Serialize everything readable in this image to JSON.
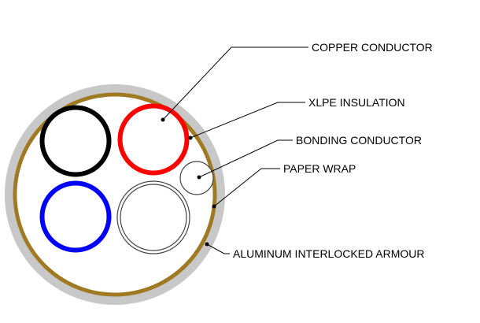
{
  "labels": {
    "copper_conductor": "COPPER CONDUCTOR",
    "xlpe_insulation": "XLPE INSULATION",
    "bonding_conductor": "BONDING CONDUCTOR",
    "paper_wrap": "PAPER WRAP",
    "aluminum_armour": "ALUMINUM INTERLOCKED ARMOUR"
  },
  "colors": {
    "outer_jacket": "#c8c8c8",
    "armour": "#a07a22",
    "core_fill": "#ffffff",
    "phase_black": "#000000",
    "phase_red": "#ff0000",
    "phase_blue": "#0000ff",
    "neutral_outline": "#444444",
    "leader_line": "#000000"
  }
}
